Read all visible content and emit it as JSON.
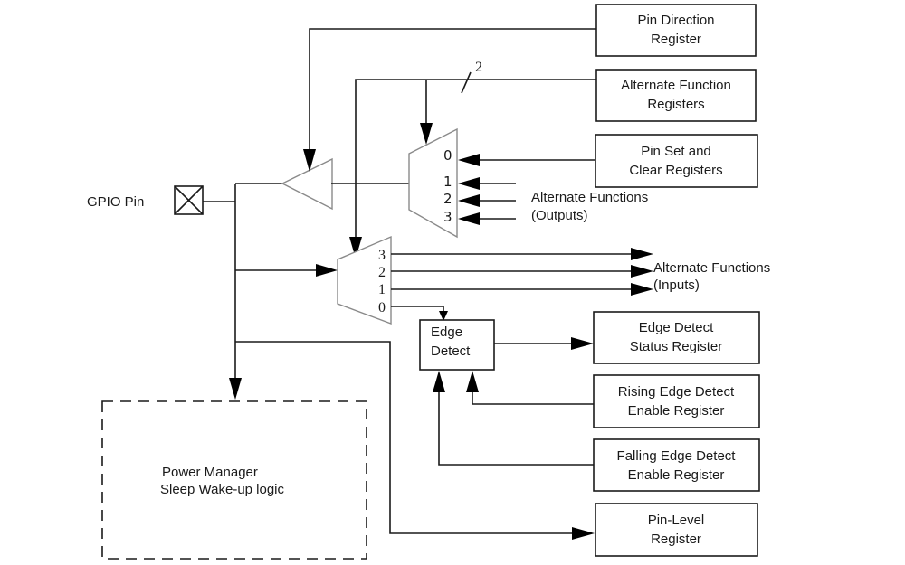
{
  "diagram": {
    "gpio_pin": {
      "label": "GPIO Pin"
    },
    "bus_width_label": "2",
    "registers": {
      "pin_direction": {
        "line1": "Pin Direction",
        "line2": "Register"
      },
      "alternate_function": {
        "line1": "Alternate Function",
        "line2": "Registers"
      },
      "pin_set_clear": {
        "line1": "Pin Set and",
        "line2": "Clear Registers"
      },
      "edge_detect_status": {
        "line1": "Edge Detect",
        "line2": "Status Register"
      },
      "rising_edge_enable": {
        "line1": "Rising Edge Detect",
        "line2": "Enable Register"
      },
      "falling_edge_enable": {
        "line1": "Falling Edge Detect",
        "line2": "Enable Register"
      },
      "pin_level": {
        "line1": "Pin-Level",
        "line2": "Register"
      }
    },
    "output_mux": {
      "inputs": [
        "0",
        "1",
        "2",
        "3"
      ],
      "label_outputs_line1": "Alternate Functions",
      "label_outputs_line2": "(Outputs)"
    },
    "input_mux": {
      "outputs": [
        "3",
        "2",
        "1",
        "0"
      ],
      "label_inputs_line1": "Alternate Functions",
      "label_inputs_line2": "(Inputs)"
    },
    "edge_detect": {
      "line1": "Edge",
      "line2": "Detect"
    },
    "power_manager": {
      "line1": "Power Manager",
      "line2": "Sleep Wake-up logic"
    }
  }
}
